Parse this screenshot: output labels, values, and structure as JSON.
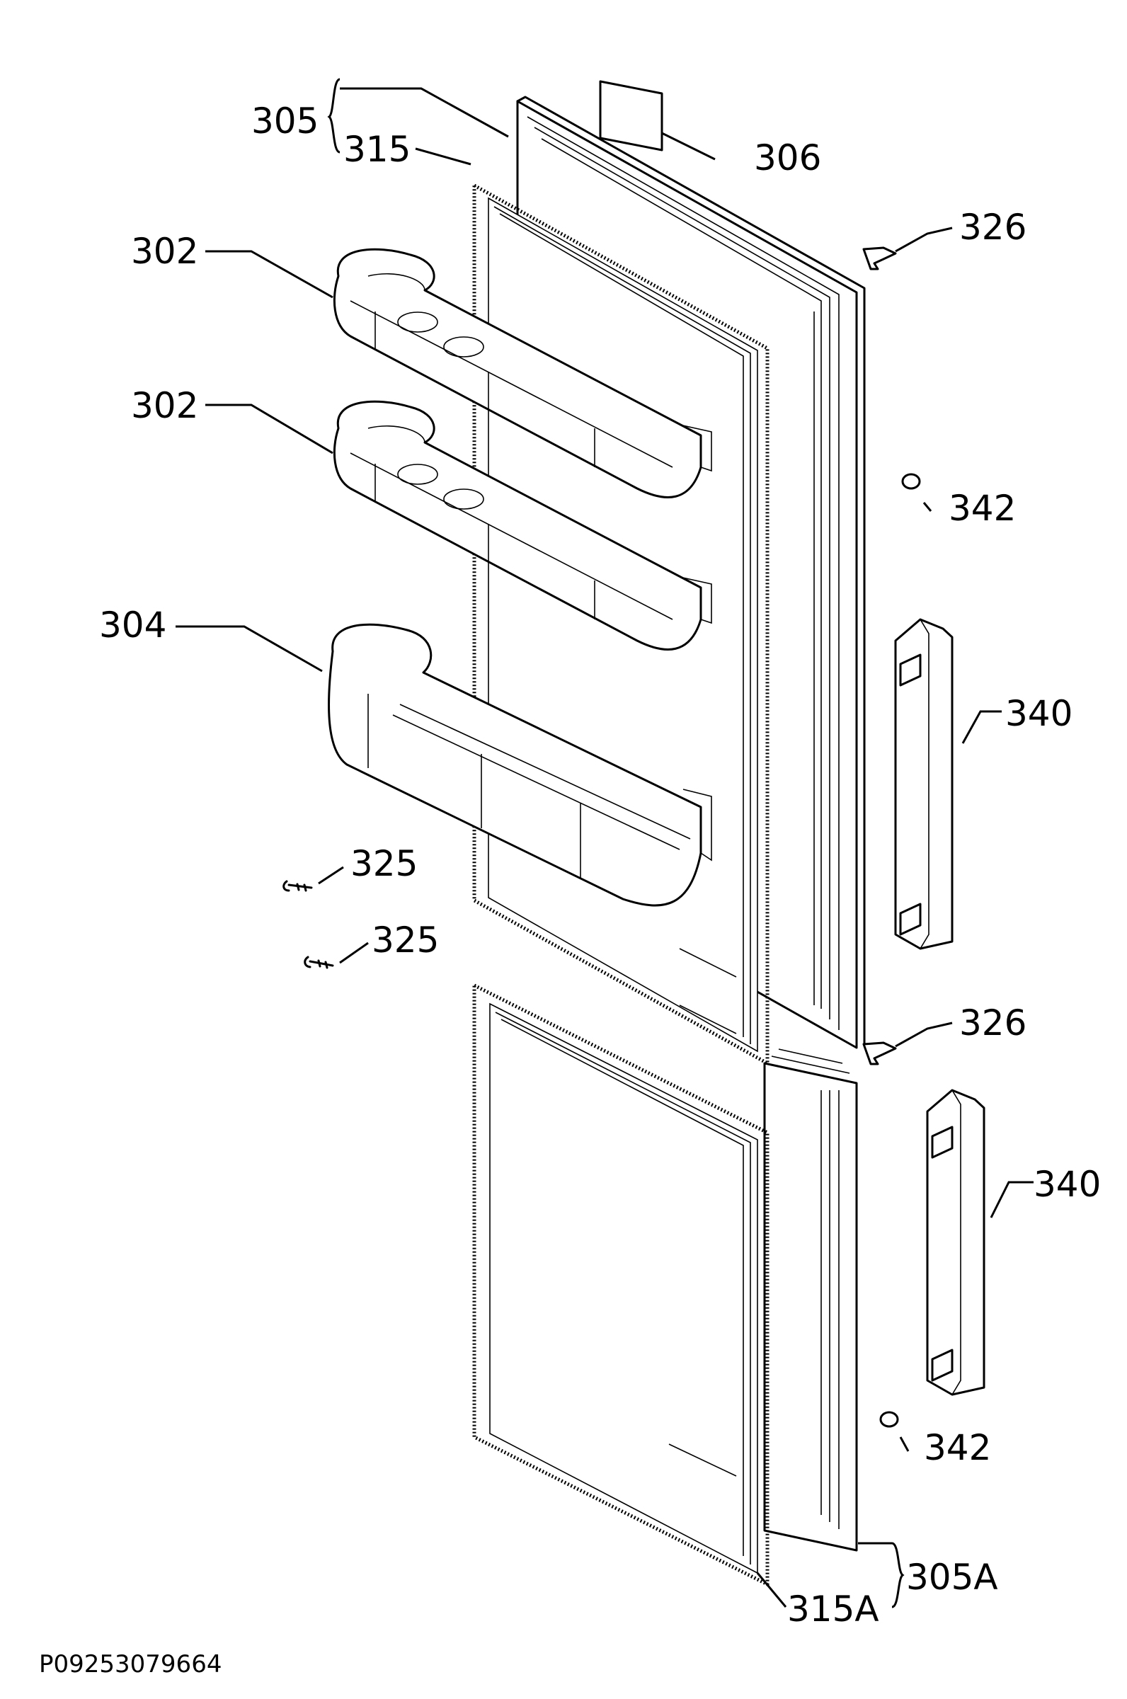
{
  "drawing_code": "P09253079664",
  "labels": {
    "door_upper": "305",
    "gasket_upper": "315",
    "label_plate": "306",
    "hinge_upper": "326",
    "hinge_lower": "326",
    "shelf_top": "302",
    "shelf_middle": "302",
    "shelf_bottom": "304",
    "cap_upper": "342",
    "cap_lower": "342",
    "handle_upper": "340",
    "handle_lower": "340",
    "screw_upper": "325",
    "screw_lower": "325",
    "door_lower": "305A",
    "gasket_lower": "315A"
  }
}
